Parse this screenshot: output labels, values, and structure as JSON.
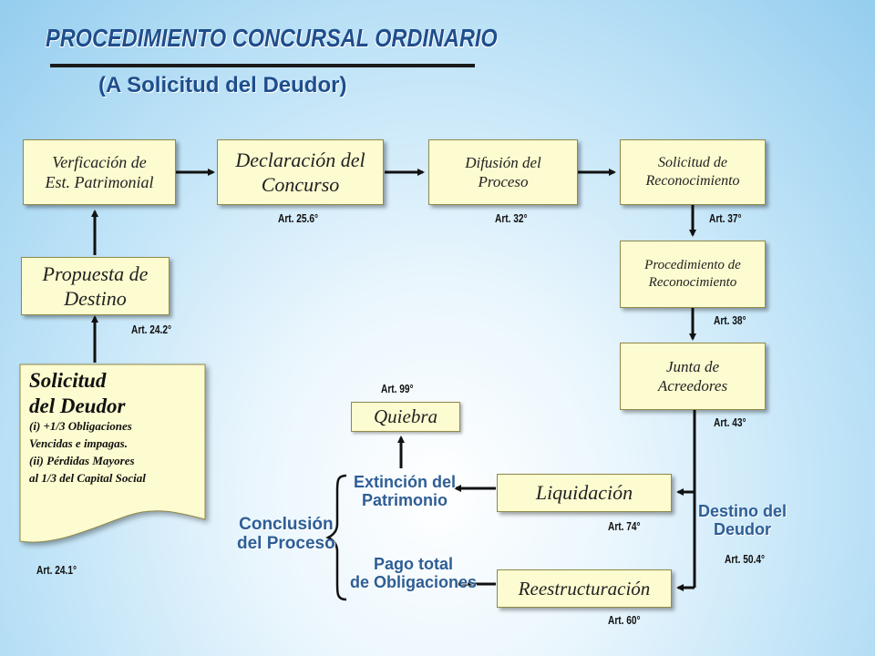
{
  "title": "PROCEDIMIENTO CONCURSAL ORDINARIO",
  "subtitle": "(A Solicitud del Deudor)",
  "boxes": {
    "verificacion": [
      "Verficación de",
      "Est. Patrimonial"
    ],
    "declaracion": [
      "Declaración del",
      "Concurso"
    ],
    "difusion": [
      "Difusión del",
      "Proceso"
    ],
    "solicitud_reconocimiento": [
      "Solicitud de",
      "Reconocimiento"
    ],
    "procedimiento_reconocimiento": [
      "Procedimiento de",
      "Reconocimiento"
    ],
    "junta": [
      "Junta de",
      "Acreedores"
    ],
    "propuesta": [
      "Propuesta de",
      "Destino"
    ],
    "quiebra": "Quiebra",
    "liquidacion": "Liquidación",
    "reestructuracion": "Reestructuración"
  },
  "solicitud_deudor": {
    "heading": [
      "Solicitud",
      "del Deudor"
    ],
    "conditions": [
      "(i) +1/3 Obligaciones",
      "Vencidas e impagas.",
      "(ii) Pérdidas Mayores",
      "al 1/3 del Capital Social"
    ]
  },
  "articles": {
    "art_25_6": "Art. 25.6°",
    "art_32": "Art. 32°",
    "art_37": "Art. 37°",
    "art_38": "Art. 38°",
    "art_43": "Art. 43°",
    "art_24_2": "Art. 24.2°",
    "art_24_1": "Art. 24.1°",
    "art_99": "Art. 99°",
    "art_74": "Art. 74°",
    "art_60": "Art. 60°",
    "art_50_4": "Art. 50.4°"
  },
  "labels": {
    "extincion": [
      "Extinción del",
      "Patrimonio"
    ],
    "pago_total": [
      "Pago total",
      "de Obligaciones"
    ],
    "conclusion": [
      "Conclusión",
      "del Proceso"
    ],
    "destino_deudor": [
      "Destino del",
      "Deudor"
    ]
  }
}
